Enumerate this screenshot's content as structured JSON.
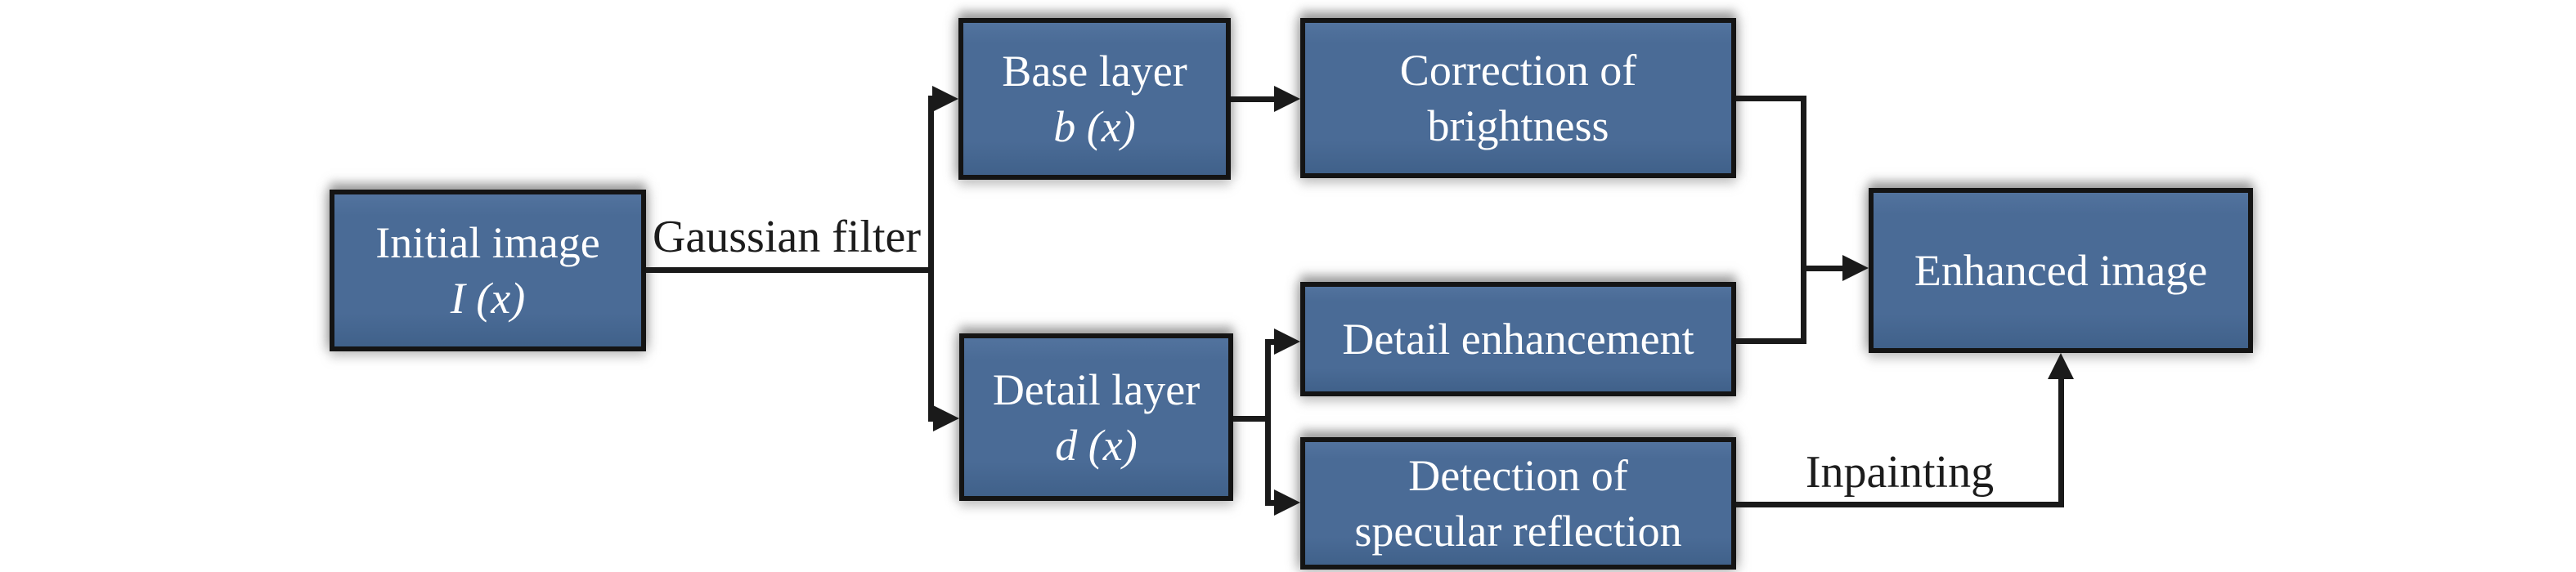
{
  "diagram": {
    "title_hint": "Image enhancement pipeline flowchart",
    "boxes": {
      "initial": {
        "line1": "Initial image",
        "line2": "I (x)"
      },
      "base": {
        "line1": "Base layer",
        "line2": "b (x)"
      },
      "correction": {
        "line1": "Correction of",
        "line2": "brightness"
      },
      "detail_layer": {
        "line1": "Detail layer",
        "line2": "d (x)"
      },
      "detail_enhancement": {
        "line1": "Detail enhancement"
      },
      "detection": {
        "line1": "Detection of",
        "line2": "specular reflection"
      },
      "enhanced": {
        "line1": "Enhanced image"
      }
    },
    "edge_labels": {
      "gaussian_filter": "Gaussian filter",
      "inpainting": "Inpainting"
    },
    "colors": {
      "box_fill": "#4a6b96",
      "box_fill_light": "#52739e",
      "box_border": "#141414",
      "box_text": "#ffffff",
      "label_text": "#1c1c1c",
      "connector": "#1a1a1a",
      "background": "#ffffff"
    }
  }
}
